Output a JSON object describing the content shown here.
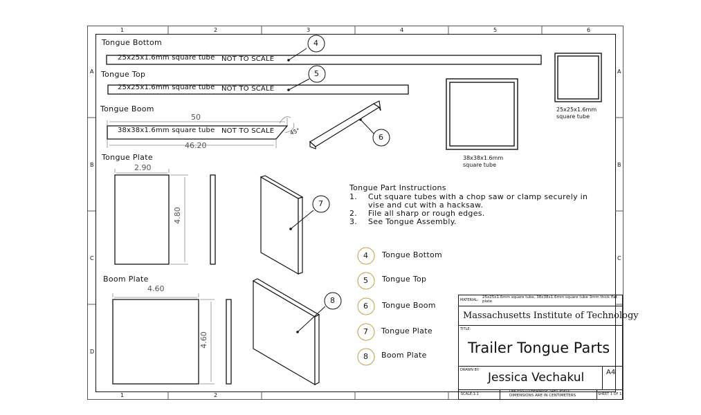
{
  "border": {
    "top_zones": [
      "1",
      "2",
      "3",
      "4",
      "5",
      "6"
    ],
    "bottom_zones": [
      "1",
      "2"
    ],
    "side_zones": [
      "A",
      "B",
      "C",
      "D"
    ]
  },
  "parts": {
    "tongue_bottom": {
      "title": "Tongue Bottom",
      "bar_label": "25x25x1.6mm square tube",
      "nts": "NOT TO SCALE",
      "balloon": "4"
    },
    "tongue_top": {
      "title": "Tongue Top",
      "bar_label": "25x25x1.6mm square tube",
      "nts": "NOT TO SCALE",
      "balloon": "5"
    },
    "tongue_boom": {
      "title": "Tongue Boom",
      "bar_label": "38x38x1.6mm square tube",
      "nts": "NOT TO SCALE",
      "balloon": "6",
      "dim_top": "50",
      "dim_bottom": "46.20",
      "angle": "45°"
    },
    "tongue_plate": {
      "title": "Tongue Plate",
      "dim_width": "2.90",
      "dim_height": "4.80",
      "balloon": "7"
    },
    "boom_plate": {
      "title": "Boom Plate",
      "dim_width": "4.60",
      "dim_height": "4.60",
      "balloon": "8"
    }
  },
  "sections": {
    "large": {
      "line1": "38x38x1.6mm",
      "line2": "square tube"
    },
    "small": {
      "line1": "25x25x1.6mm",
      "line2": "square tube"
    }
  },
  "instructions": {
    "title": "Tongue Part Instructions",
    "items": [
      {
        "num": "1.",
        "line1": "Cut square tubes with a chop saw or clamp securely in",
        "line2": "vise and cut with a hacksaw."
      },
      {
        "num": "2.",
        "line1": "File all sharp or rough edges.",
        "line2": ""
      },
      {
        "num": "3.",
        "line1": "See Tongue Assembly.",
        "line2": ""
      }
    ]
  },
  "legend": [
    {
      "num": "4",
      "label": "Tongue Bottom"
    },
    {
      "num": "5",
      "label": "Tongue Top"
    },
    {
      "num": "6",
      "label": "Tongue Boom"
    },
    {
      "num": "7",
      "label": "Tongue Plate"
    },
    {
      "num": "8",
      "label": "Boom Plate"
    }
  ],
  "title_block": {
    "material_label": "MATERIAL:",
    "material_value": "25x25x1.6mm square tube, 38x38x1.6mm square tube 3mm thick flat plate",
    "institution": "Massachusetts Institute of Technology",
    "title_label": "TITLE:",
    "title": "Trailer Tongue Parts",
    "drawn_label": "DRAWN BY:",
    "drawn_by": "Jessica Vechakul",
    "size": "A4",
    "units_note": "UNLESS OTHERWISE SPECIFIED: DIMENSIONS ARE IN CENTIMETERS",
    "scale": "SCALE:1:1",
    "sheet": "SHEET 1 OF 1"
  },
  "colors": {
    "legend_circle": "#b8a44a",
    "line": "#111111",
    "dim_line": "#888888"
  }
}
